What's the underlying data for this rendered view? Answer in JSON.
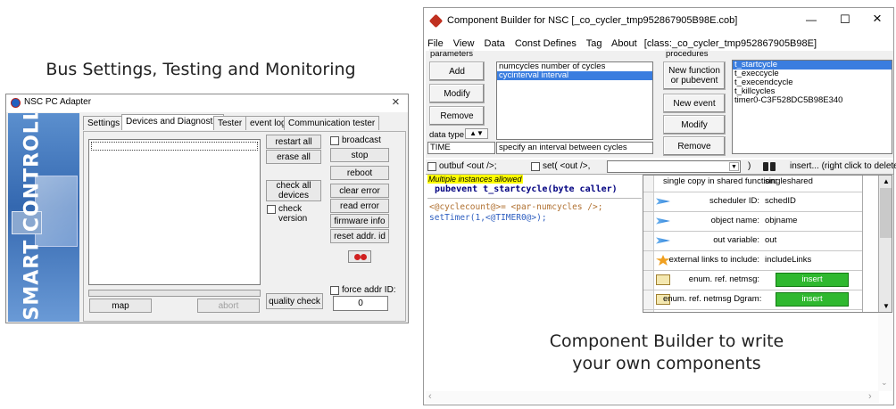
{
  "captions": {
    "left": "Bus Settings, Testing and Monitoring",
    "right_line1": "Component Builder to write",
    "right_line2": "your own components"
  },
  "nsc": {
    "title": "NSC PC Adapter",
    "close": "×",
    "banner_text": "SMART CONTROLLER",
    "tabs": [
      "Settings",
      "Devices and Diagnostic",
      "Tester",
      "event log",
      "Communication tester"
    ],
    "buttons": {
      "restart_all": "restart all",
      "erase_all": "erase all",
      "stop": "stop",
      "reboot": "reboot",
      "check_all_devices": "check all devices",
      "clear_error": "clear error",
      "read_error": "read error",
      "firmware_info": "firmware info",
      "reset_addr_id": "reset addr. id",
      "quality_check": "quality check",
      "map": "map",
      "abort": "abort"
    },
    "checkboxes": {
      "broadcast": "broadcast",
      "check_version": "check version",
      "force_addr_id": "force addr ID:"
    },
    "force_addr_value": "0"
  },
  "cb": {
    "title": "Component Builder for NSC [_co_cycler_tmp952867905B98E.cob]",
    "window_controls": {
      "minimize": "—",
      "maximize": "☐",
      "close": "×"
    },
    "menu": [
      "File",
      "View",
      "Data",
      "Const Defines",
      "Tag",
      "About",
      "[class:_co_cycler_tmp952867905B98E]"
    ],
    "parameters": {
      "group_label": "parameters",
      "add": "Add",
      "modify": "Modify",
      "remove": "Remove",
      "data_type_label": "data type:",
      "items": [
        "numcycles number of cycles",
        "cycinterval interval"
      ],
      "selected_index": 1,
      "type_value": "TIME",
      "description": "specify an interval between cycles"
    },
    "procedures": {
      "group_label": "procedures",
      "new_function": "New function or pubevent",
      "new_event": "New event",
      "modify": "Modify",
      "remove": "Remove",
      "items": [
        "t_startcycle",
        "t_execcycle",
        "t_execendcycle",
        "t_killcycles",
        "timer0-C3F528DC5B98E340"
      ],
      "selected_index": 0
    },
    "toolbar": {
      "outbuf": "outbuf <out />;",
      "set": "set( <out />,",
      "paren": ")",
      "insert": "insert... (right click to delete)",
      "multiple_instances": "Multiple instances allowed"
    },
    "code": {
      "line1": "pubevent t_startcycle(byte caller)",
      "line2": "<@cyclecount@>= <par-numcycles />;",
      "line3": "setTimer(1,<@TIMER0@>);"
    },
    "props": [
      {
        "label": "single copy in shared function:",
        "value": "singleshared",
        "icon": "none"
      },
      {
        "label": "scheduler ID:",
        "value": "schedID",
        "icon": "arrow-icon"
      },
      {
        "label": "object name:",
        "value": "objname",
        "icon": "arrow-icon"
      },
      {
        "label": "out variable:",
        "value": "out",
        "icon": "arrow-icon"
      },
      {
        "label": "external links to include:",
        "value": "includeLinks",
        "icon": "star-icon"
      },
      {
        "label": "enum. ref. netmsg:",
        "value": "insert",
        "icon": "doc-icon"
      },
      {
        "label": "enum. ref. netmsg Dgram:",
        "value": "insert",
        "icon": "doc-icon"
      }
    ],
    "colors": {
      "selection": "#3a7ddf",
      "insert_button": "#2fb82f",
      "code_keyword": "#000080",
      "code_macro": "#b07030"
    }
  }
}
